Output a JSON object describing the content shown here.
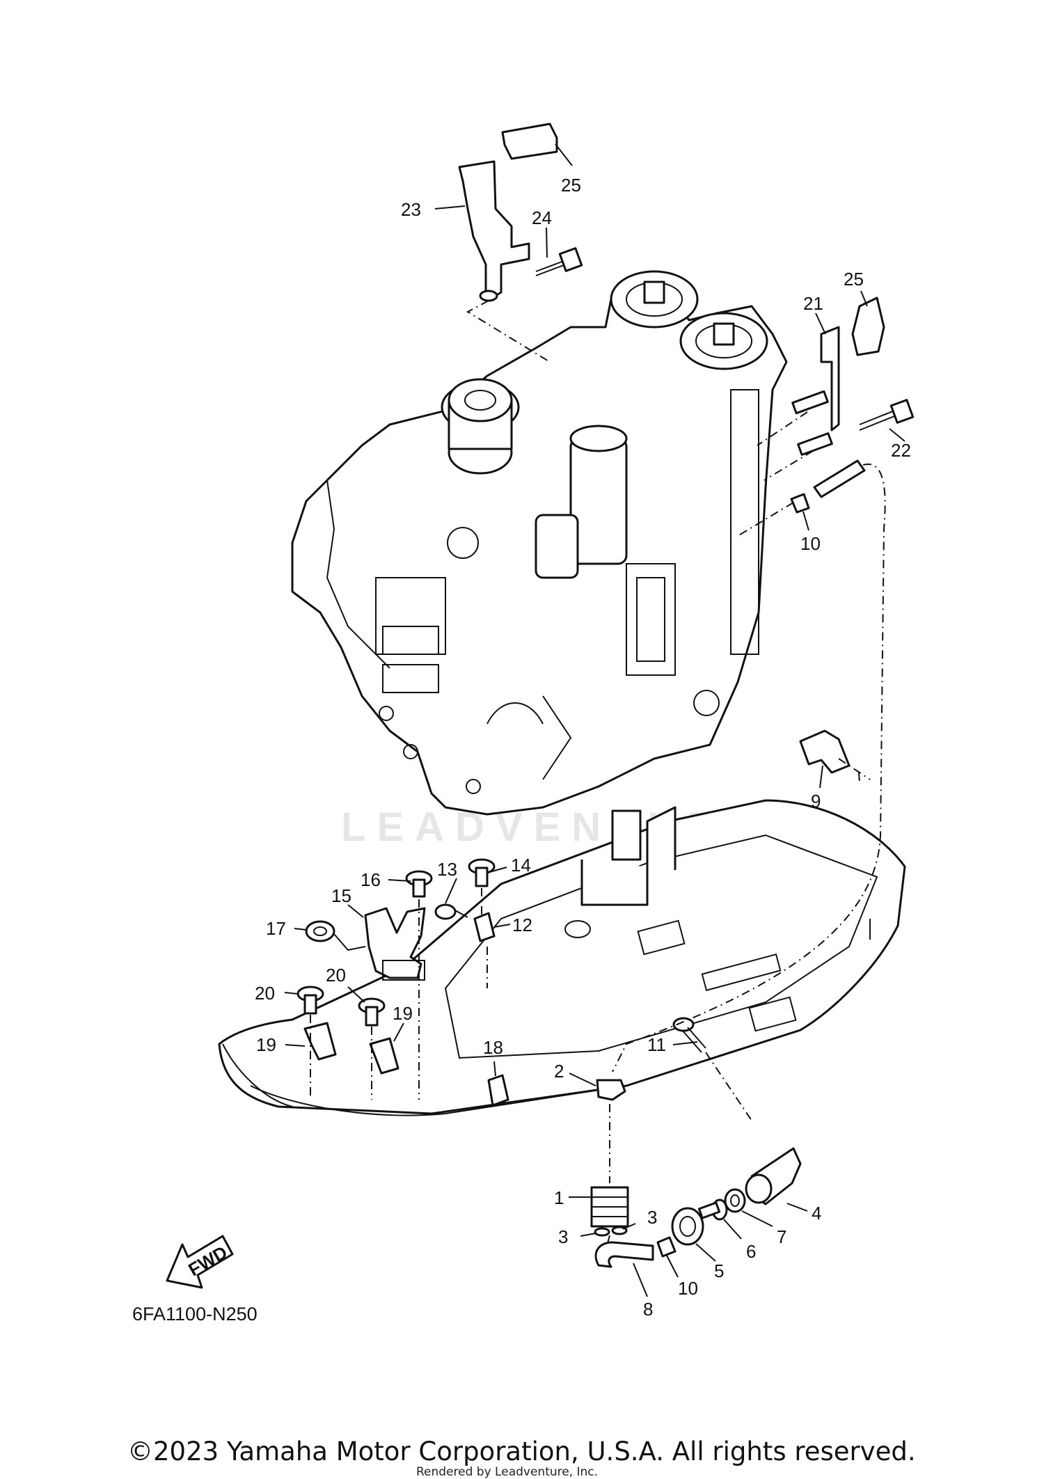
{
  "watermark": "LEADVENTURE",
  "diagram_code": "6FA1100-N250",
  "fwd_label": "FWD",
  "copyright": "©2023 Yamaha Motor Corporation, U.S.A. All rights reserved.",
  "rendered_by": "Rendered by Leadventure, Inc.",
  "callouts": [
    {
      "id": "c25a",
      "number": "25"
    },
    {
      "id": "c23",
      "number": "23"
    },
    {
      "id": "c24",
      "number": "24"
    },
    {
      "id": "c25b",
      "number": "25"
    },
    {
      "id": "c21",
      "number": "21"
    },
    {
      "id": "c22",
      "number": "22"
    },
    {
      "id": "c10a",
      "number": "10"
    },
    {
      "id": "c9",
      "number": "9"
    },
    {
      "id": "c16",
      "number": "16"
    },
    {
      "id": "c13",
      "number": "13"
    },
    {
      "id": "c14",
      "number": "14"
    },
    {
      "id": "c15",
      "number": "15"
    },
    {
      "id": "c17",
      "number": "17"
    },
    {
      "id": "c12",
      "number": "12"
    },
    {
      "id": "c20a",
      "number": "20"
    },
    {
      "id": "c20b",
      "number": "20"
    },
    {
      "id": "c19a",
      "number": "19"
    },
    {
      "id": "c19b",
      "number": "19"
    },
    {
      "id": "c18",
      "number": "18"
    },
    {
      "id": "c2",
      "number": "2"
    },
    {
      "id": "c11",
      "number": "11"
    },
    {
      "id": "c1",
      "number": "1"
    },
    {
      "id": "c3a",
      "number": "3"
    },
    {
      "id": "c3b",
      "number": "3"
    },
    {
      "id": "c4",
      "number": "4"
    },
    {
      "id": "c7",
      "number": "7"
    },
    {
      "id": "c6",
      "number": "6"
    },
    {
      "id": "c5",
      "number": "5"
    },
    {
      "id": "c10b",
      "number": "10"
    },
    {
      "id": "c8",
      "number": "8"
    }
  ]
}
